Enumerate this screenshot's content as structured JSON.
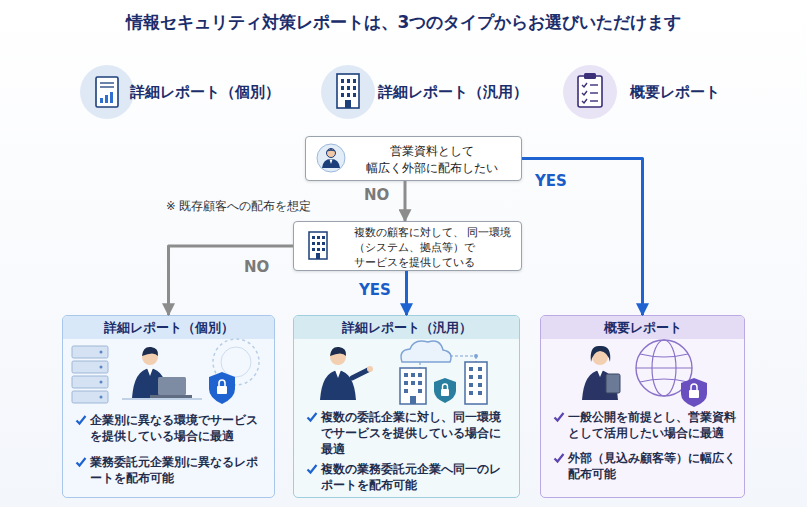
{
  "diagram": {
    "title": "情報セキュリティ対策レポートは、3つのタイプからお選びいただけます",
    "nodes": [
      {
        "text": [
          "営業資料として 幅広く外部に配布したい"
        ]
      },
      {
        "text": [
          "複数の顧客に対して、 同一環境（システム、拠点等）で サービスを提供している"
        ]
      },
      {
        "text": [
          "詳細レポート（個別）",
          "企業別に異なる環境でサービスを提供している場合に最適",
          "業務委託元企業別に異なるレポートを配布可能"
        ]
      },
      {
        "text": [
          "詳細レポート（汎用）",
          "複数の委託企業に対し、同一環境でサービスを提供している場合に最適",
          "複数の業務委託元企業へ同一のレポートを配布可能"
        ]
      },
      {
        "text": [
          "概要レポート",
          "一般公開を前提とし、営業資料として活用したい場合に最適",
          "外部（見込み顧客等）に幅広く配布可能"
        ]
      }
    ],
    "edges": [
      {
        "from": 0,
        "to": 1,
        "label": "NO",
        "arrow": "to"
      },
      {
        "from": 0,
        "to": 4,
        "label": "YES",
        "arrow": "to"
      },
      {
        "from": 1,
        "to": 2,
        "label": "NO",
        "arrow": "to"
      },
      {
        "from": 1,
        "to": 3,
        "label": "YES",
        "arrow": "to"
      }
    ],
    "labels": [
      "詳細レポート（個別）",
      "詳細レポート（汎用）",
      "概要レポート",
      "※ 既存顧客への配布を想定"
    ]
  }
}
